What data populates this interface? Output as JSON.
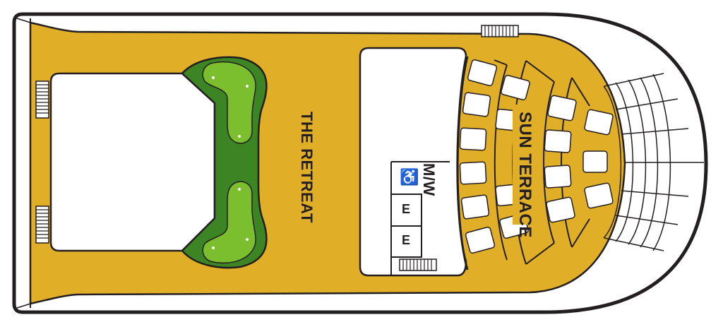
{
  "deck_plan": {
    "areas": [
      {
        "id": "the-retreat",
        "label": "THE RETREAT"
      },
      {
        "id": "sun-terrace",
        "label": "SUN TERRACE"
      }
    ],
    "restrooms": {
      "label": "M/W",
      "accessible_icon": "wheelchair-icon",
      "accessible_glyph": "♿"
    },
    "elevators": [
      {
        "label": "E"
      },
      {
        "label": "E"
      }
    ],
    "stairs_icon": "stairs-icon",
    "colors": {
      "deck": "#e1af27",
      "outline": "#231f20",
      "green_dark": "#3d8424",
      "green_light": "#7bbf2e",
      "open_area": "#ffffff"
    }
  }
}
